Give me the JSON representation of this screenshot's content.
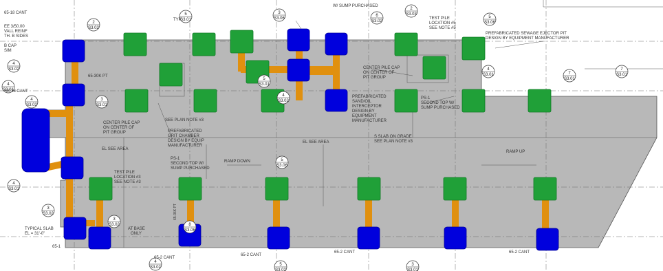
{
  "colors": {
    "slab": "#b8b8b8",
    "beam": "#e0900f",
    "pile_cap": "#20a038",
    "pile_cap_edge": "#0f7a25",
    "column": "#0000dd",
    "column_edge": "#00009a",
    "linework": "#444444"
  },
  "labels": {
    "top_left_1": "65-18 CANT",
    "top_left_2": "EE 3/50.00",
    "top_left_3": "VALL REINF",
    "top_left_4": "TH. B SIDES",
    "top_left_5": "B CAP",
    "top_left_6": "SIM",
    "left_mid": "SB-18 CANT",
    "pile_a": "65-30K PT",
    "typ": "TYP",
    "sump_top": "W/ SUMP PURCHASED",
    "test_pile_top": "TEST PILE",
    "test_pile_loc_top": "LOCATION #5",
    "see_note_top": "SEE NOTE #5",
    "pump_1": "PREFABRICATED SEWAGE EJECTOR PIT",
    "pump_2": "DESIGN BY EQUIPMENT MANUFACTURER",
    "center_pile_cap_1": "CENTER PILE CAP",
    "center_pile_cap_2": "ON CENTER OF",
    "center_pile_cap_3": "PIT GROUP",
    "sand_1": "PREFABRICATED",
    "sand_2": "SAND/OIL",
    "sand_3": "INTERCEPTOR",
    "sand_4": "DESIGN BY",
    "sand_5": "EQUIPMENT",
    "sand_6": "MANUFACTURER",
    "see_plan_note": "SEE PLAN NOTE #3",
    "grit_1": "PREFABRICATED",
    "grit_2": "GRIT CHAMBER",
    "grit_3": "DESIGN BY EQUIP",
    "grit_4": "MANUFACTURER",
    "center_pile_cap_b1": "CENTER PILE CAP",
    "center_pile_cap_b2": "ON CENTER OF",
    "center_pile_cap_b3": "PIT GROUP",
    "sump_mid_1": "PS-1",
    "sump_mid_2": "SECOND TOP W/",
    "sump_mid_3": "SUMP PURCHASED",
    "sump_right_1": "PS-1",
    "sump_right_2": "SECOND TOP W/",
    "sump_right_3": "SUMP PURCHASED",
    "el_area_left": "EL SEE AREA",
    "el_area_center": "EL SEE AREA",
    "slab_on_grade_1": "S SLAB ON GRADE",
    "slab_on_grade_2": "SEE PLAN NOTE #3",
    "ramp_down": "RAMP DOWN",
    "ramp_up": "RAMP UP",
    "test_pile_low_1": "TEST PILE",
    "test_pile_low_2": "LOCATION #3",
    "test_pile_low_3": "SEE NOTE #3",
    "typical_slab_1": "TYPICAL SLAB",
    "typical_slab_2": "EL = 31'-0\"",
    "at_base": "AT BASE",
    "only": "ONLY",
    "col_1": "65-2 CANT",
    "col_2": "65-2 CANT",
    "col_3": "65-2 CANT",
    "col_4": "65-2 CANT",
    "pile_long": "65-36K PT",
    "mark_b": "65-1"
  },
  "bubbles": [
    {
      "id": "b1",
      "top": "2",
      "bottom": "S3.02"
    },
    {
      "id": "b2",
      "top": "5",
      "bottom": "S3.01"
    },
    {
      "id": "b3",
      "top": "3",
      "bottom": "S3.06"
    },
    {
      "id": "b4",
      "top": "6",
      "bottom": "S3.02"
    },
    {
      "id": "b5",
      "top": "2",
      "bottom": "S3.03"
    },
    {
      "id": "b6",
      "top": "5",
      "bottom": "S3.06"
    },
    {
      "id": "b7",
      "top": "4",
      "bottom": "S3.02"
    },
    {
      "id": "b8",
      "top": "4",
      "bottom": "S3.01"
    },
    {
      "id": "b9",
      "top": "4",
      "bottom": "S3.02"
    },
    {
      "id": "b10",
      "top": "3",
      "bottom": "S3.01"
    },
    {
      "id": "b11",
      "top": "5",
      "bottom": "S3.01"
    },
    {
      "id": "b12",
      "top": "4",
      "bottom": "S3.02"
    },
    {
      "id": "b13",
      "top": "4",
      "bottom": "S3.01"
    },
    {
      "id": "b14",
      "top": "7",
      "bottom": "S3.01"
    },
    {
      "id": "b15",
      "top": "7",
      "bottom": "S3.01"
    },
    {
      "id": "b16",
      "top": "4",
      "bottom": "S3.01"
    },
    {
      "id": "b17",
      "top": "3",
      "bottom": "S3.02"
    },
    {
      "id": "b18",
      "top": "3",
      "bottom": "S3.02"
    },
    {
      "id": "b19",
      "top": "8",
      "bottom": "S3.06"
    },
    {
      "id": "b20",
      "top": "5",
      "bottom": "S3.02"
    },
    {
      "id": "b21",
      "top": "3",
      "bottom": "S3.01"
    },
    {
      "id": "b22",
      "top": "4",
      "bottom": "S3.02"
    },
    {
      "id": "b23",
      "top": "5",
      "bottom": "S3.06"
    }
  ]
}
